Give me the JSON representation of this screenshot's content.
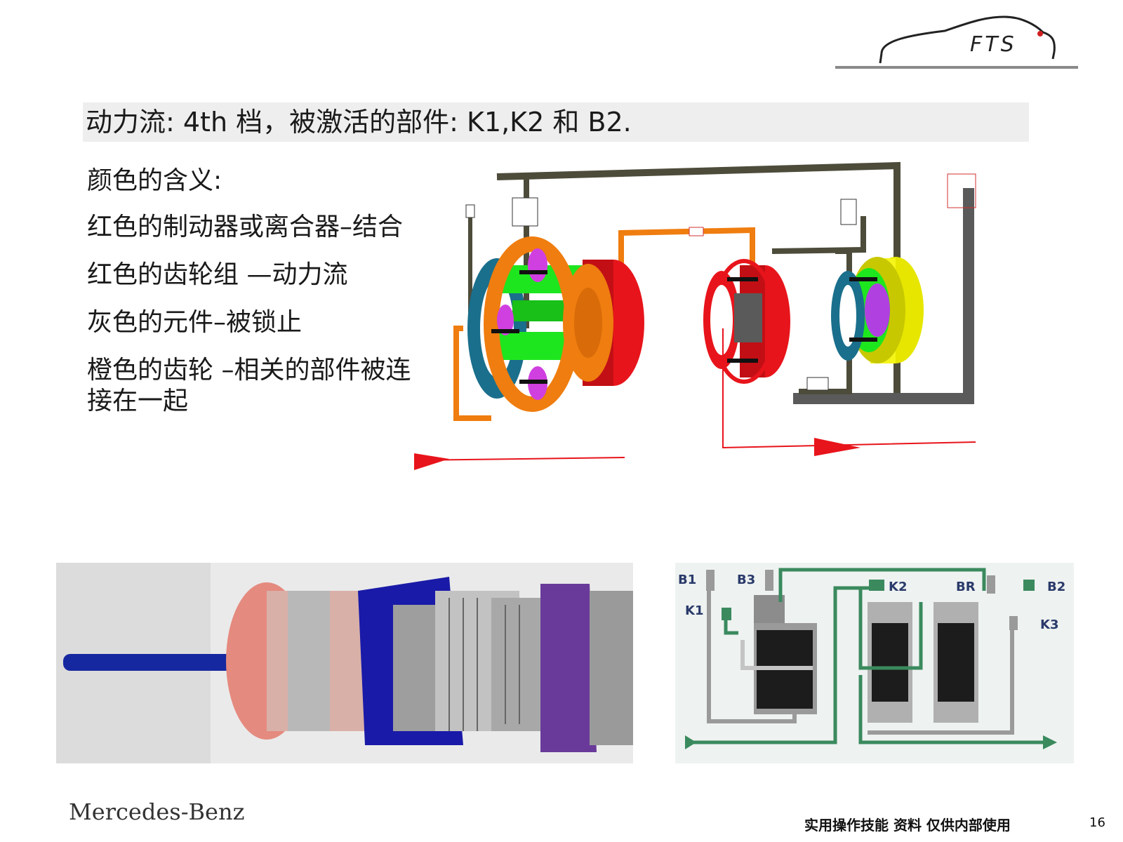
{
  "header": {
    "logo_text": "FTS"
  },
  "title": "动力流: 4th 档，被激活的部件: K1,K2 和 B2.",
  "legend": {
    "heading": "颜色的含义:",
    "items": [
      "红色的制动器或离合器–结合",
      "红色的齿轮组 —动力流",
      "灰色的元件–被锁止",
      "橙色的齿轮 –相关的部件被连接在一起"
    ]
  },
  "schematic_labels": {
    "b1": "B1",
    "b3": "B3",
    "k2": "K2",
    "br": "BR",
    "b2": "B2",
    "k1": "K1",
    "k3": "K3"
  },
  "footer": {
    "brand": "Mercedes-Benz",
    "note": "实用操作技能 资料 仅供内部使用",
    "page": "16"
  },
  "colors": {
    "engaged": "#e8141b",
    "locked": "#5a5a5a",
    "connected": "#ef7d0f",
    "gear_green": "#1ee61e",
    "ring_blue": "#1a6f8c",
    "yellow": "#f5f51a",
    "purple": "#b040e0",
    "frame_olive": "#4d4b3a",
    "schematic_green": "#3a8a5e"
  }
}
